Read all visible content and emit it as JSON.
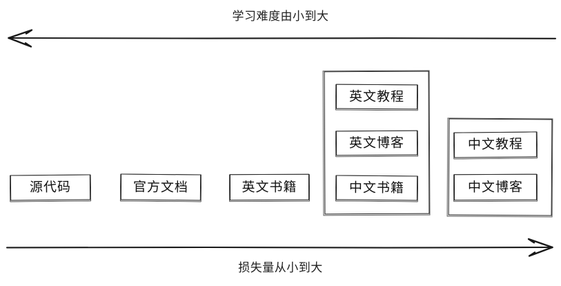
{
  "diagram": {
    "title_top": "学习难度由小到大",
    "title_bottom": "损失量从小到大",
    "top_axis": {
      "label": "学习难度由小到大",
      "direction": "left",
      "arrow_icon": "arrow-left-icon"
    },
    "bottom_axis": {
      "label": "损失量从小到大",
      "direction": "right",
      "arrow_icon": "arrow-right-icon"
    },
    "items": [
      {
        "id": "source-code",
        "label": "源代码"
      },
      {
        "id": "official-doc",
        "label": "官方文档"
      },
      {
        "id": "en-book",
        "label": "英文书籍"
      }
    ],
    "groups": [
      {
        "id": "english-group",
        "items": [
          {
            "id": "en-tutorial",
            "label": "英文教程"
          },
          {
            "id": "en-blog",
            "label": "英文博客"
          },
          {
            "id": "cn-book",
            "label": "中文书籍"
          }
        ]
      },
      {
        "id": "chinese-group",
        "items": [
          {
            "id": "cn-tutorial",
            "label": "中文教程"
          },
          {
            "id": "cn-blog",
            "label": "中文博客"
          }
        ]
      }
    ],
    "colors": {
      "stroke": "#181818",
      "text": "#111111",
      "background": "#ffffff"
    }
  }
}
